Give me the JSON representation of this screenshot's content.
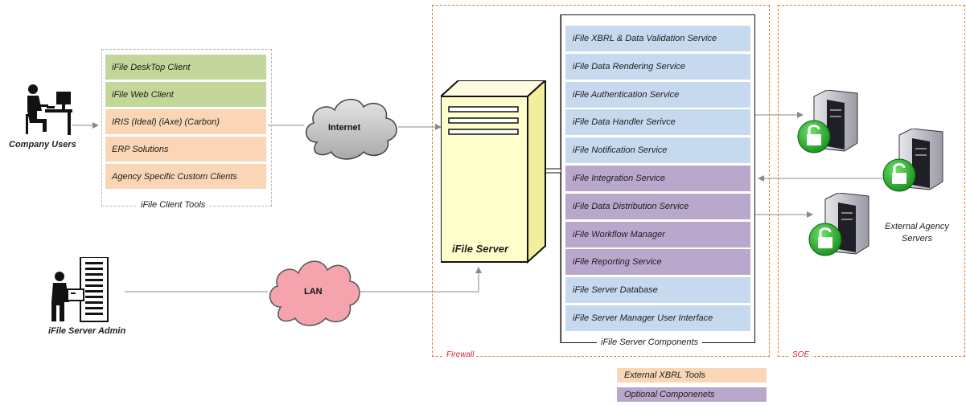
{
  "colors": {
    "green": "#c4d79b",
    "peach": "#fad6b6",
    "blue": "#c6d9ef",
    "purple": "#b9a8cc",
    "firewall_line": "#e07b2e",
    "server_yellow": "#ffffcc",
    "internet_cloud": "#c8c8c8",
    "lan_cloud": "#f5a3ac"
  },
  "users": {
    "company_users": "Company Users",
    "server_admin": "iFile Server Admin"
  },
  "client_tools": {
    "caption": "iFile Client Tools",
    "items": [
      {
        "label": "iFile DeskTop  Client",
        "kind": "green"
      },
      {
        "label": "iFile Web Client",
        "kind": "green"
      },
      {
        "label": "IRIS (Ideal) (iAxe) (Carbon)",
        "kind": "peach"
      },
      {
        "label": "ERP Solutions",
        "kind": "peach"
      },
      {
        "label": "Agency Specific Custom Clients",
        "kind": "peach"
      }
    ]
  },
  "clouds": {
    "internet": "Internet",
    "lan": "LAN"
  },
  "zones": {
    "firewall": "Firewall",
    "soe": "SOE"
  },
  "server": {
    "label": "iFile Server"
  },
  "components": {
    "caption": "iFile Server Components",
    "items": [
      {
        "label": "iFile XBRL & Data Validation Service",
        "kind": "blue"
      },
      {
        "label": "iFile Data Rendering Service",
        "kind": "blue"
      },
      {
        "label": "iFile Authentication Service",
        "kind": "blue"
      },
      {
        "label": "iFile Data Handler Serivce",
        "kind": "blue"
      },
      {
        "label": "iFile Notification Service",
        "kind": "blue"
      },
      {
        "label": "iFile Integration Service",
        "kind": "purple"
      },
      {
        "label": "iFile Data Distribution Service",
        "kind": "purple"
      },
      {
        "label": "iFile Workflow Manager",
        "kind": "purple"
      },
      {
        "label": "iFile Reporting Service",
        "kind": "purple"
      },
      {
        "label": "iFile Server Database",
        "kind": "blue"
      },
      {
        "label": "iFile Server Manager User Interface",
        "kind": "blue"
      }
    ]
  },
  "external": {
    "label_line1": "External Agency",
    "label_line2": "Servers"
  },
  "legend": {
    "external_xbrl": "External XBRL  Tools",
    "optional": "Optional Componenets"
  },
  "icons": {
    "person_desk": "person-at-desk-icon",
    "admin_rack": "admin-server-rack-icon",
    "tower": "server-tower-icon",
    "ext_server": "external-server-lock-icon"
  }
}
